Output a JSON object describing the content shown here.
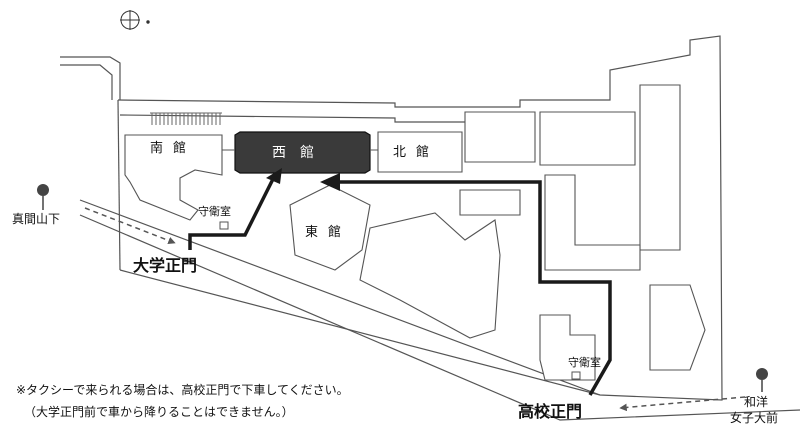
{
  "buildings": {
    "west": "西館",
    "south": "南館",
    "north": "北館",
    "east": "東館"
  },
  "guard_rooms": {
    "upper": "守衛室",
    "lower": "守衛室"
  },
  "gates": {
    "university_main": "大学正門",
    "high_school_main": "高校正門"
  },
  "bus_stops": {
    "left": "真間山下",
    "right_line1": "和洋",
    "right_line2": "女子大前"
  },
  "notes": {
    "line1": "※タクシーで来られる場合は、高校正門で下車してください。",
    "line2": "（大学正門前で車から降りることはできません。）"
  },
  "colors": {
    "west_fill": "#3a3a3a",
    "route": "#1a1a1a",
    "outline": "#555555"
  },
  "icons": [
    "compass-icon",
    "bus-stop-icon",
    "bus-stop-icon"
  ]
}
